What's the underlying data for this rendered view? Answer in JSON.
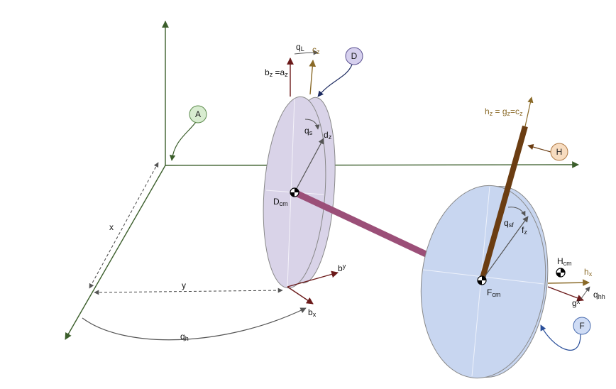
{
  "colors": {
    "axis_green": "#3b5e2b",
    "disk_D": "#d9d3e8",
    "disk_F": "#c8d6f0",
    "rod_DF": "#9b4f78",
    "rod_H": "#6b3d12",
    "vec_dark_red": "#6b1a1a",
    "vec_gold": "#8a6a28",
    "vec_gray": "#555555",
    "tag_A": "#d8ecd0",
    "tag_D": "#d6d0ee",
    "tag_H": "#f7dcc0",
    "tag_F": "#cfdcf5"
  },
  "tags": {
    "A": "A",
    "D": "D",
    "H": "H",
    "F": "F"
  },
  "labels": {
    "x": "x",
    "y": "y",
    "qh_main": "q",
    "qh_sub": "h",
    "qL_main": "q",
    "qL_sub": "L",
    "cz_main": "c",
    "cz_sub": "z",
    "bz_main": "b",
    "bz_sub": "z",
    "bz_eq": " =a",
    "az_sub": "z",
    "qs_main": "q",
    "qs_sub": "s",
    "dz_main": "d",
    "dz_sub": "z",
    "Dcm_main": "D",
    "Dcm_sub": "cm",
    "by_main": "b",
    "by_sub": "y",
    "bx_main": "b",
    "bx_sub": "x",
    "hz_main": "h",
    "hz_sub": "z",
    "hz_eq1": " = g",
    "gz_sub": "z",
    "hz_eq2": "=c",
    "cz2_sub": "z",
    "qsf_main": "q",
    "qsf_sub": "sf",
    "fz_main": "f",
    "fz_sub": "z",
    "Hcm_main": "H",
    "Hcm_sub": "cm",
    "hx_main": "h",
    "hx_sub": "x",
    "Fcm_main": "F",
    "Fcm_sub": "cm",
    "gx_main": "g",
    "gx_sub": "x",
    "qhh_main": "q",
    "qhh_sub": "hh"
  }
}
